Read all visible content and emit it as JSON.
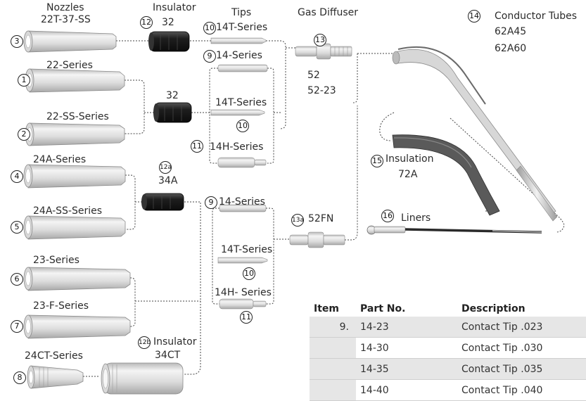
{
  "headings": {
    "nozzles": "Nozzles",
    "nozzles_sub": "22T-37-SS",
    "insulator": "Insulator",
    "tips": "Tips",
    "gas_diffuser": "Gas Diffuser",
    "conductor_tubes": "Conductor Tubes",
    "conductor_parts": [
      "62A45",
      "62A60"
    ]
  },
  "nozzle_labels": {
    "n1": "22-Series",
    "n2": "22-SS-Series",
    "n4": "24A-Series",
    "n5": "24A-SS-Series",
    "n6": "23-Series",
    "n7": "23-F-Series",
    "n8": "24CT-Series"
  },
  "insulator_labels": {
    "i12": "32",
    "i12_b": "32",
    "i12a": "34A",
    "i12b_title": "Insulator",
    "i12b": "34CT"
  },
  "tip_labels": {
    "t10_top": "14T-Series",
    "t9_a": "14-Series",
    "t10_a": "14T-Series",
    "t11_a": "14H-Series",
    "t9_b": "14-Series",
    "t10_b": "14T-Series",
    "t11_b": "14H- Series"
  },
  "diffuser_labels": {
    "d13_a": "52",
    "d13_b": "52-23",
    "d13a": "52FN"
  },
  "other_labels": {
    "insulation": "Insulation",
    "insulation_part": "72A",
    "liners": "Liners"
  },
  "callouts": {
    "c1": "1",
    "c2": "2",
    "c3": "3",
    "c4": "4",
    "c5": "5",
    "c6": "6",
    "c7": "7",
    "c8": "8",
    "c9a": "9",
    "c9b": "9",
    "c10_top": "10",
    "c10a": "10",
    "c10b": "10",
    "c11a": "11",
    "c11b": "11",
    "c12": "12",
    "c12a": "12a",
    "c12b": "12b",
    "c13": "13",
    "c13a": "13a",
    "c14": "14",
    "c15": "15",
    "c16": "16"
  },
  "table": {
    "headers": [
      "Item",
      "Part No.",
      "Description"
    ],
    "rows": [
      {
        "item": "9.",
        "part": "14-23",
        "desc": "Contact Tip .023"
      },
      {
        "item": "",
        "part": "14-30",
        "desc": "Contact Tip .030"
      },
      {
        "item": "",
        "part": "14-35",
        "desc": "Contact Tip .035"
      },
      {
        "item": "",
        "part": "14-40",
        "desc": "Contact Tip .040"
      }
    ]
  },
  "colors": {
    "metal_light": "#ececec",
    "metal_mid": "#c9c9c9",
    "metal_dark": "#9a9a9a",
    "insulator_dark": "#262626",
    "row_shade": "#e6e6e6"
  }
}
